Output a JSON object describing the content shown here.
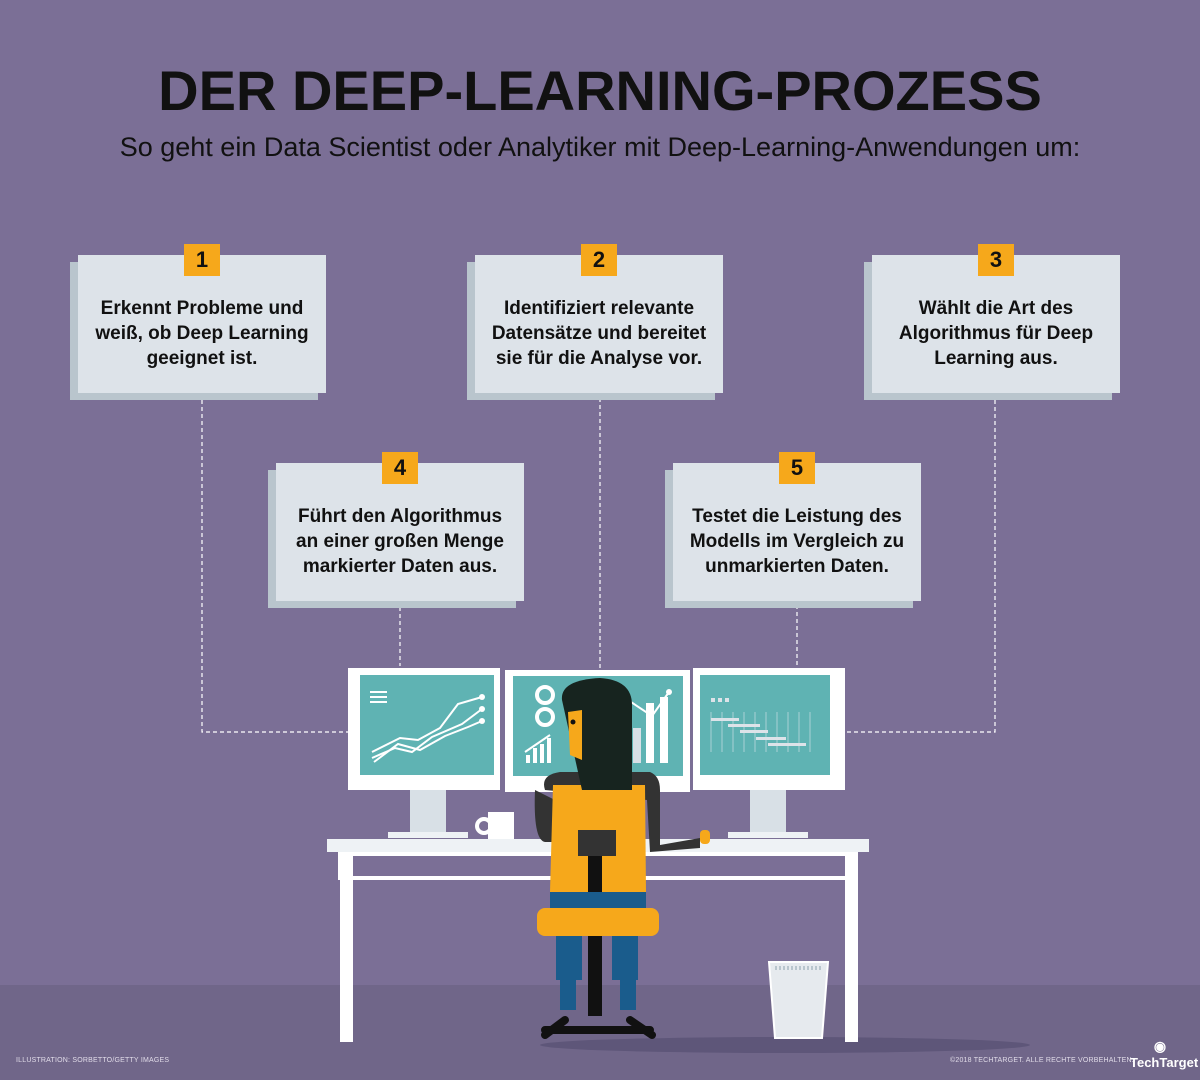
{
  "title": "DER DEEP-LEARNING-PROZESS",
  "subtitle": "So geht ein Data Scientist oder Analytiker mit Deep-Learning-Anwendungen um:",
  "steps": [
    {
      "number": "1",
      "text": "Erkennt Probleme und weiß, ob Deep Learning geeignet ist."
    },
    {
      "number": "2",
      "text": "Identifiziert relevante Datensätze und bereitet sie für die Analyse vor."
    },
    {
      "number": "3",
      "text": "Wählt die Art des Algorithmus für Deep Learning aus."
    },
    {
      "number": "4",
      "text": "Führt den Algorithmus an einer großen Menge markierter Daten aus."
    },
    {
      "number": "5",
      "text": "Testet die Leistung des Modells im Vergleich zu unmarkierten Daten."
    }
  ],
  "footer": {
    "credit": "ILLUSTRATION: SORBETTO/GETTY IMAGES",
    "copyright": "©2018 TECHTARGET. ALLE RECHTE VORBEHALTEN.",
    "logo": "TechTarget"
  },
  "colors": {
    "background": "#7b6f96",
    "badge": "#f6a81b",
    "box": "#dde3e9",
    "screen": "#5fb3b3"
  }
}
